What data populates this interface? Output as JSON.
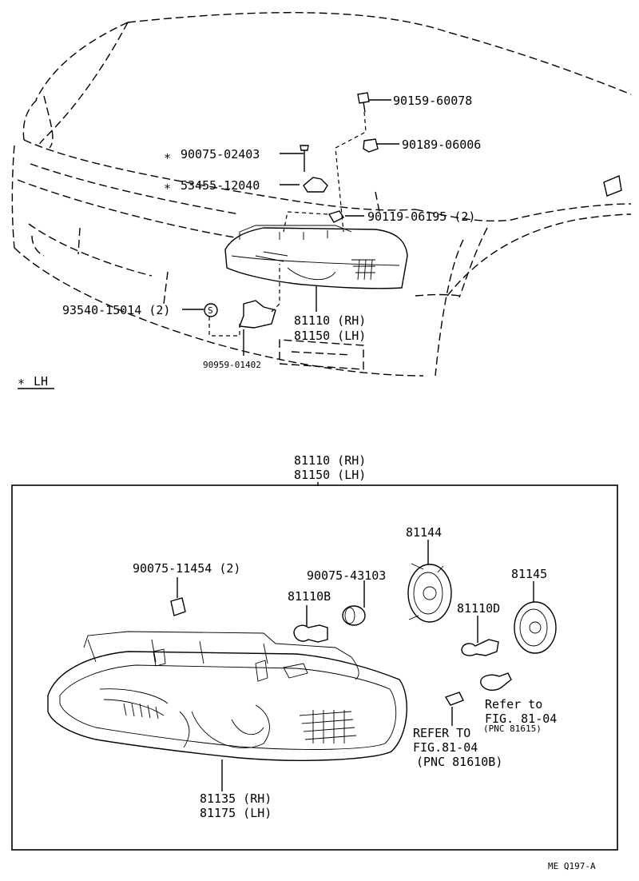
{
  "top": {
    "labels": {
      "p1": "90159-60078",
      "p2": "90189-06006",
      "p3": "90075-02403",
      "p4": "53455-12040",
      "p5": "90119-06195 (2)",
      "p6": "93540-15014 (2)",
      "p7_rh": "81110 (RH)",
      "p7_lh": "81150 (LH)",
      "p8": "90959-01402",
      "star": "∗",
      "lh_note": "LH"
    }
  },
  "bottom": {
    "header_rh": "81110 (RH)",
    "header_lh": "81150 (LH)",
    "labels": {
      "b1": "90075-11454 (2)",
      "b2": "90075-43103",
      "b3": "81144",
      "b4": "81145",
      "b5": "81110B",
      "b6": "81110D",
      "ref1_a": "Refer to",
      "ref1_b": "FIG. 81-04",
      "ref1_c": "(PNC 81615)",
      "ref2_a": "REFER TO",
      "ref2_b": "FIG.81-04",
      "ref2_c": "(PNC 81610B)",
      "b7_rh": "81135 (RH)",
      "b7_lh": "81175 (LH)"
    }
  },
  "footer": {
    "code": "ME  Q197-A"
  },
  "icons": [
    "bolt-icon",
    "nut-icon",
    "screw-icon",
    "bracket-icon",
    "grommet-icon",
    "clip-icon",
    "bulb-icon",
    "socket-icon",
    "headlamp-icon"
  ]
}
